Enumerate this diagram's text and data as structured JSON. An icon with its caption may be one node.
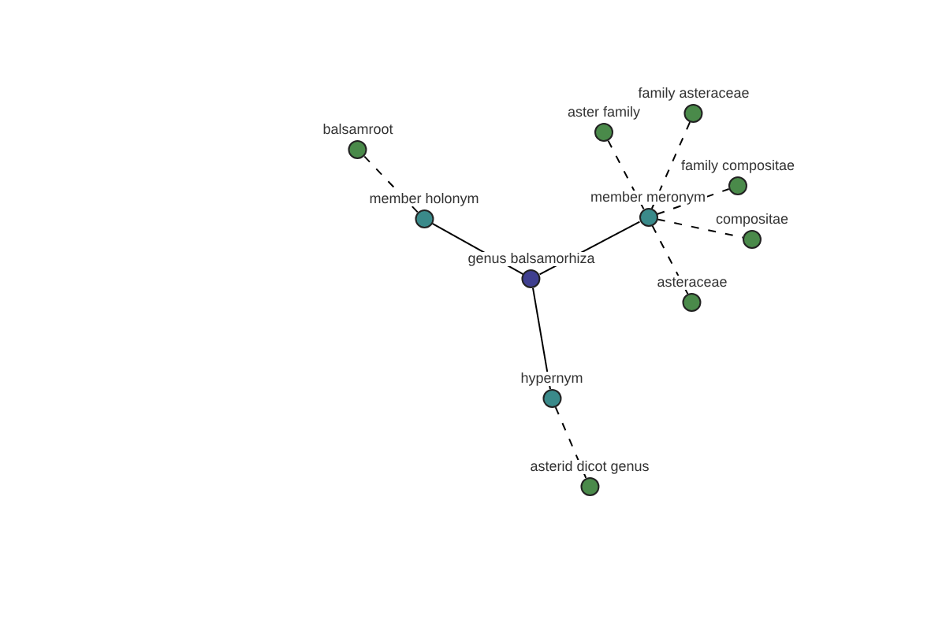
{
  "diagram": {
    "nodes": [
      {
        "text": [
          "family asteraceae"
        ]
      },
      {
        "text": [
          "aster family"
        ]
      },
      {
        "text": [
          "balsamroot"
        ]
      },
      {
        "text": [
          "family compositae"
        ]
      },
      {
        "text": [
          "member holonym"
        ]
      },
      {
        "text": [
          "member meronym"
        ]
      },
      {
        "text": [
          "compositae"
        ]
      },
      {
        "text": [
          "genus balsamorhiza"
        ]
      },
      {
        "text": [
          "asteraceae"
        ]
      },
      {
        "text": [
          "hypernym"
        ]
      },
      {
        "text": [
          "asterid dicot genus"
        ]
      }
    ],
    "edges": [
      {
        "from": 7,
        "to": 4,
        "arrow": "none"
      },
      {
        "from": 7,
        "to": 5,
        "arrow": "none"
      },
      {
        "from": 7,
        "to": 9,
        "arrow": "none"
      },
      {
        "from": 4,
        "to": 2,
        "arrow": "none",
        "style": "dashed"
      },
      {
        "from": 5,
        "to": 1,
        "arrow": "none",
        "style": "dashed"
      },
      {
        "from": 5,
        "to": 0,
        "arrow": "none",
        "style": "dashed"
      },
      {
        "from": 5,
        "to": 3,
        "arrow": "none",
        "style": "dashed"
      },
      {
        "from": 5,
        "to": 6,
        "arrow": "none",
        "style": "dashed"
      },
      {
        "from": 5,
        "to": 8,
        "arrow": "none",
        "style": "dashed"
      },
      {
        "from": 9,
        "to": 10,
        "arrow": "none",
        "style": "dashed"
      }
    ]
  }
}
